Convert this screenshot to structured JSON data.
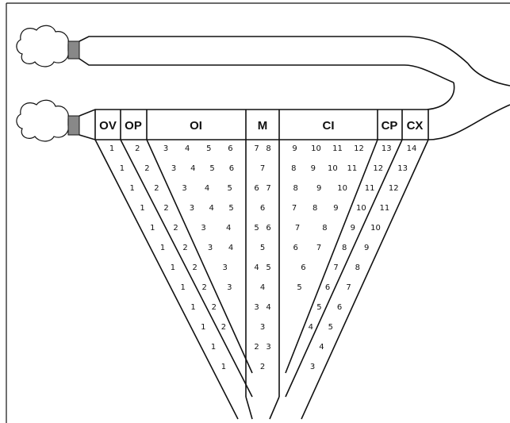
{
  "diagram": {
    "zones": [
      {
        "id": "ov",
        "label": "OV"
      },
      {
        "id": "op",
        "label": "OP"
      },
      {
        "id": "oi",
        "label": "OI"
      },
      {
        "id": "m",
        "label": "M"
      },
      {
        "id": "ci",
        "label": "CI"
      },
      {
        "id": "cp",
        "label": "CP"
      },
      {
        "id": "cx",
        "label": "CX"
      }
    ],
    "rows": [
      {
        "ov": [
          "1"
        ],
        "op": [
          "2"
        ],
        "oi": [
          "3",
          "4",
          "5",
          "6"
        ],
        "m": [
          "7",
          "8"
        ],
        "ci": [
          "9",
          "10",
          "11",
          "12"
        ],
        "cp": [
          "13"
        ],
        "cx": [
          "14"
        ]
      },
      {
        "ov": [
          "1"
        ],
        "op": [
          "2"
        ],
        "oi": [
          "3",
          "4",
          "5",
          "6"
        ],
        "m": [
          "7"
        ],
        "ci": [
          "8",
          "9",
          "10",
          "11"
        ],
        "cp": [
          "12"
        ],
        "cx": [
          "13"
        ]
      },
      {
        "ov": [
          "1"
        ],
        "op": [
          "2"
        ],
        "oi": [
          "3",
          "4",
          "5"
        ],
        "m": [
          "6",
          "7"
        ],
        "ci": [
          "8",
          "9",
          "10"
        ],
        "cp": [
          "11"
        ],
        "cx": [
          "12"
        ]
      },
      {
        "ov": [
          "1"
        ],
        "op": [
          "2"
        ],
        "oi": [
          "3",
          "4",
          "5"
        ],
        "m": [
          "6"
        ],
        "ci": [
          "7",
          "8",
          "9"
        ],
        "cp": [
          "10"
        ],
        "cx": [
          "11"
        ]
      },
      {
        "ov": [
          "1"
        ],
        "op": [
          "2"
        ],
        "oi": [
          "3",
          "4"
        ],
        "m": [
          "5",
          "6"
        ],
        "ci": [
          "7",
          "8"
        ],
        "cp": [
          "9"
        ],
        "cx": [
          "10"
        ]
      },
      {
        "ov": [
          "1"
        ],
        "op": [
          "2"
        ],
        "oi": [
          "3",
          "4"
        ],
        "m": [
          "5"
        ],
        "ci": [
          "6",
          "7"
        ],
        "cp": [
          "8"
        ],
        "cx": [
          "9"
        ]
      },
      {
        "ov": [
          "1"
        ],
        "op": [
          "2"
        ],
        "oi": [
          "3"
        ],
        "m": [
          "4",
          "5"
        ],
        "ci": [
          "6"
        ],
        "cp": [
          "7"
        ],
        "cx": [
          "8"
        ]
      },
      {
        "ov": [
          "1"
        ],
        "op": [
          "2"
        ],
        "oi": [
          "3"
        ],
        "m": [
          "4"
        ],
        "ci": [
          "5"
        ],
        "cp": [
          "6"
        ],
        "cx": [
          "7"
        ]
      },
      {
        "ov": [
          "1"
        ],
        "op": [
          "2"
        ],
        "oi": [],
        "m": [
          "3",
          "4"
        ],
        "ci": [],
        "cp": [
          "5"
        ],
        "cx": [
          "6"
        ]
      },
      {
        "ov": [
          "1"
        ],
        "op": [
          "2"
        ],
        "oi": [],
        "m": [
          "3"
        ],
        "ci": [],
        "cp": [
          "4"
        ],
        "cx": [
          "5"
        ]
      },
      {
        "ov": [
          "1"
        ],
        "op": [],
        "oi": [],
        "m": [
          "2",
          "3"
        ],
        "ci": [],
        "cp": [],
        "cx": [
          "4"
        ]
      },
      {
        "ov": [
          "1"
        ],
        "op": [],
        "oi": [],
        "m": [
          "2"
        ],
        "ci": [],
        "cp": [],
        "cx": [
          "3"
        ]
      }
    ]
  }
}
